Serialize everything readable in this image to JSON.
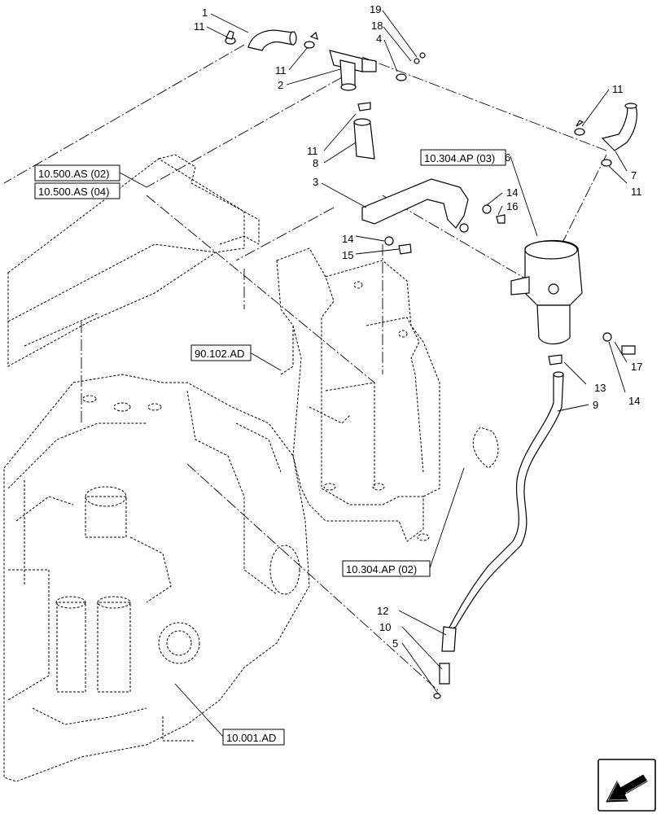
{
  "callouts": {
    "c1": "1",
    "c2": "2",
    "c3": "3",
    "c4": "4",
    "c5": "5",
    "c6": "6",
    "c7": "7",
    "c8": "8",
    "c9": "9",
    "c10": "10",
    "c11a": "11",
    "c11b": "11",
    "c11c": "11",
    "c11d": "11",
    "c11e": "11",
    "c12": "12",
    "c13": "13",
    "c14a": "14",
    "c14b": "14",
    "c14c": "14",
    "c15": "15",
    "c16": "16",
    "c17": "17",
    "c18": "18",
    "c19": "19"
  },
  "references": {
    "r_10500_as_02": "10.500.AS (02)",
    "r_10500_as_04": "10.500.AS (04)",
    "r_10304_ap_03": "10.304.AP (03)",
    "r_90102_ad": "90.102.AD",
    "r_10304_ap_02": "10.304.AP (02)",
    "r_10001_ad": "10.001.AD"
  },
  "icons": {
    "navigation": "next-page-arrow-icon"
  }
}
